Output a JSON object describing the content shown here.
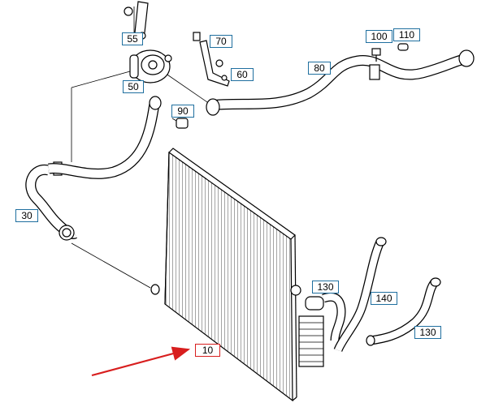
{
  "diagram": {
    "callouts": [
      {
        "id": "c10",
        "label": "10",
        "highlight": true
      },
      {
        "id": "c30",
        "label": "30"
      },
      {
        "id": "c50",
        "label": "50"
      },
      {
        "id": "c55",
        "label": "55"
      },
      {
        "id": "c60",
        "label": "60"
      },
      {
        "id": "c70",
        "label": "70"
      },
      {
        "id": "c80",
        "label": "80"
      },
      {
        "id": "c90",
        "label": "90"
      },
      {
        "id": "c100",
        "label": "100"
      },
      {
        "id": "c110",
        "label": "110"
      },
      {
        "id": "c130a",
        "label": "130"
      },
      {
        "id": "c130b",
        "label": "130"
      },
      {
        "id": "c140",
        "label": "140"
      }
    ],
    "colors": {
      "line": "#000000",
      "callout_border": "#1f6f9f",
      "highlight": "#d81e1e"
    }
  }
}
